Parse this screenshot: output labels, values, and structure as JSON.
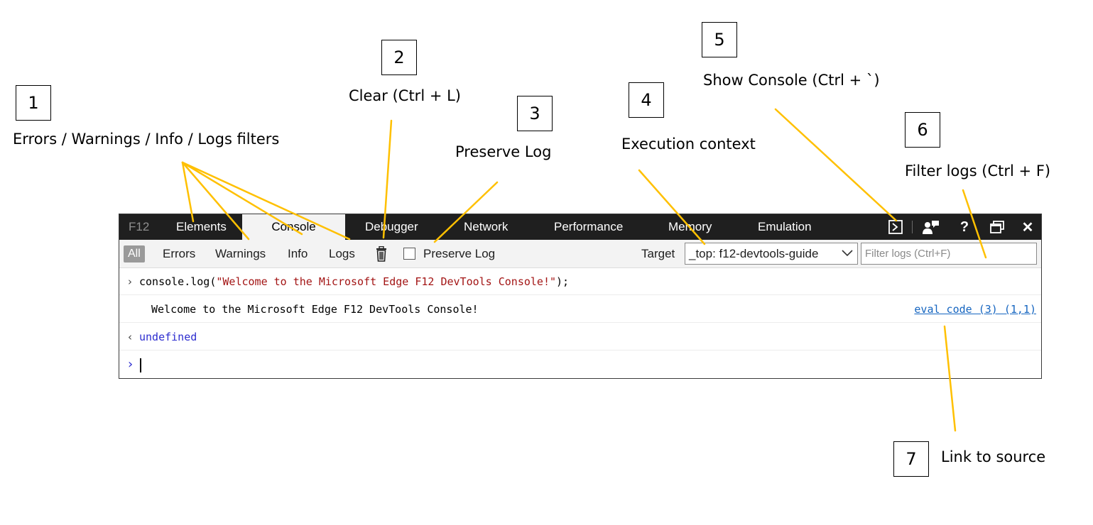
{
  "callouts": [
    {
      "number": "1",
      "label": "Errors / Warnings / Info / Logs filters"
    },
    {
      "number": "2",
      "label": "Clear (Ctrl + L)"
    },
    {
      "number": "3",
      "label": "Preserve Log"
    },
    {
      "number": "4",
      "label": "Execution context"
    },
    {
      "number": "5",
      "label": "Show Console (Ctrl + `)"
    },
    {
      "number": "6",
      "label": "Filter logs (Ctrl + F)"
    },
    {
      "number": "7",
      "label": "Link to source"
    }
  ],
  "leader_color": "#ffc000",
  "tabs": {
    "f12": "F12",
    "elements": "Elements",
    "console": "Console",
    "debugger": "Debugger",
    "network": "Network",
    "performance": "Performance",
    "memory": "Memory",
    "emulation": "Emulation"
  },
  "window_icons": [
    "show-console-icon",
    "feedback-icon",
    "help-icon",
    "undock-icon",
    "close-icon"
  ],
  "window_labels": {
    "help": "?",
    "close": "✕"
  },
  "toolbar": {
    "all": "All",
    "errors": "Errors",
    "warnings": "Warnings",
    "info": "Info",
    "logs": "Logs",
    "clear_icon": "trash-icon",
    "preserve_log": "Preserve Log",
    "preserve_log_checked": false,
    "target_label": "Target",
    "target_value": "_top: f12-devtools-guide",
    "filter_placeholder": "Filter logs (Ctrl+F)"
  },
  "console": {
    "input_glyph": "›",
    "command_prefix": "console.log(",
    "command_string": "\"Welcome to the Microsoft Edge F12 DevTools Console!\"",
    "command_suffix": ");",
    "output": "Welcome to the Microsoft Edge F12 DevTools Console!",
    "source_link": "eval code (3) (1,1)",
    "result_glyph": "‹",
    "result": "undefined",
    "prompt_glyph": "›"
  }
}
